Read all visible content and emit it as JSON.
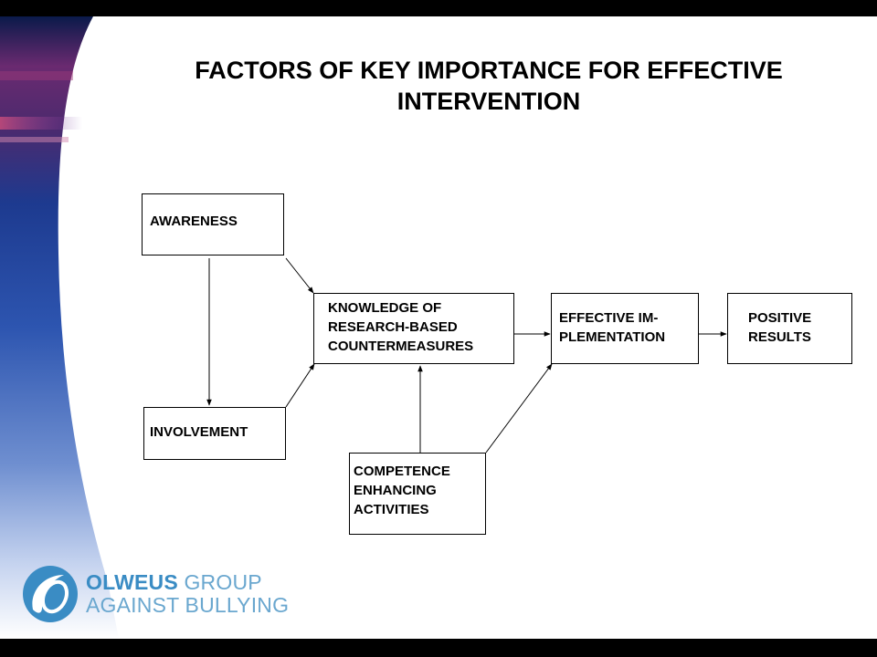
{
  "slide": {
    "title_lines": [
      "FACTORS OF KEY IMPORTANCE  FOR EFFECTIVE",
      "INTERVENTION"
    ]
  },
  "nodes": {
    "awareness": {
      "lines": [
        "AWARENESS"
      ]
    },
    "involvement": {
      "lines": [
        "INVOLVEMENT"
      ]
    },
    "knowledge": {
      "lines": [
        "KNOWLEDGE OF",
        "RESEARCH-BASED",
        "COUNTERMEASURES"
      ]
    },
    "effective": {
      "lines": [
        "EFFECTIVE IM-",
        "PLEMENTATION"
      ]
    },
    "positive": {
      "lines": [
        "POSITIVE",
        "RESULTS"
      ]
    },
    "competence": {
      "lines": [
        "COMPETENCE",
        "ENHANCING",
        "ACTIVITIES"
      ]
    }
  },
  "edges": [
    {
      "from": "awareness",
      "to": "involvement"
    },
    {
      "from": "awareness",
      "to": "knowledge"
    },
    {
      "from": "involvement",
      "to": "knowledge"
    },
    {
      "from": "competence",
      "to": "knowledge"
    },
    {
      "from": "competence",
      "to": "effective"
    },
    {
      "from": "knowledge",
      "to": "effective"
    },
    {
      "from": "effective",
      "to": "positive"
    }
  ],
  "logo": {
    "name_bold": "OLWEUS",
    "name_rest": " GROUP",
    "line2": "AGAINST BULLYING",
    "icon": "olweus-swoosh-icon",
    "color": "#3a8cc4"
  },
  "colors": {
    "sidebar_dark": "#1b2f7a",
    "sidebar_light": "#b8c9ea",
    "sidebar_accent": "#8a2f6a"
  }
}
